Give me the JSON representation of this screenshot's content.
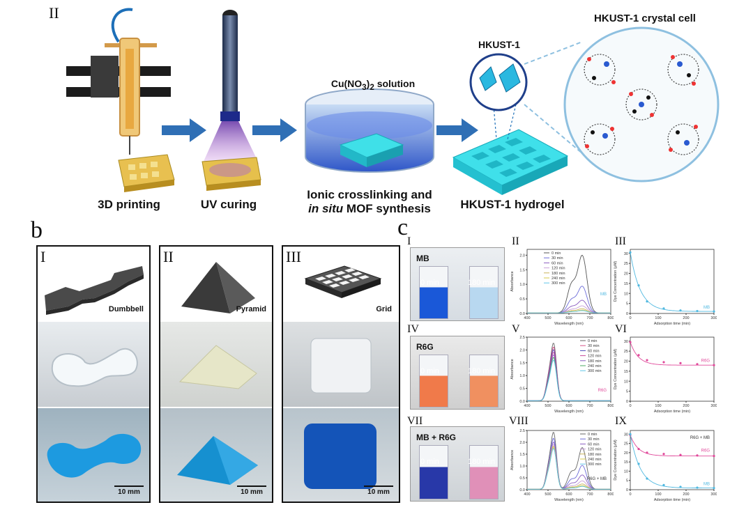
{
  "panel_a": {
    "roman": "II",
    "steps": [
      {
        "label": "3D printing"
      },
      {
        "label": "UV curing"
      },
      {
        "label_line1": "Ionic crosslinking and",
        "label_line2_italic": "in situ",
        "label_line2_rest": " MOF synthesis",
        "solution_label_pre": "Cu(NO",
        "solution_label_sub": "3",
        "solution_label_close": ")",
        "solution_label_sub2": "2",
        "solution_label_post": " solution"
      },
      {
        "label": "HKUST-1 hydrogel",
        "zoom_label": "HKUST-1"
      }
    ],
    "crystal_cell_label": "HKUST-1 crystal cell",
    "colors": {
      "arrow": "#2f6fb5",
      "hydrogel": "#2fd4e6",
      "gold": "#e2b93b",
      "dish_blue": "#3a5fd0"
    }
  },
  "panel_b": {
    "letter": "b",
    "columns": [
      {
        "roman": "I",
        "shape": "Dumbbell",
        "scale": "10 mm"
      },
      {
        "roman": "II",
        "shape": "Pyramid",
        "scale": "10 mm"
      },
      {
        "roman": "III",
        "shape": "Grid",
        "scale": "10 mm"
      }
    ]
  },
  "panel_c": {
    "letter": "c",
    "rows": [
      {
        "photo_roman": "I",
        "photo_label": "MB",
        "vial_left": "0 min",
        "vial_right": "180 min",
        "spectrum_roman": "II",
        "spectrum_tag": "MB",
        "kinetics_roman": "III",
        "kinetics_tag": "MB"
      },
      {
        "photo_roman": "IV",
        "photo_label": "R6G",
        "vial_left": "0 min",
        "vial_right": "180 min",
        "spectrum_roman": "V",
        "spectrum_tag": "R6G",
        "kinetics_roman": "VI",
        "kinetics_tag": "R6G"
      },
      {
        "photo_roman": "VII",
        "photo_label": "MB + R6G",
        "vial_left": "0 min",
        "vial_right": "180 min",
        "spectrum_roman": "VIII",
        "spectrum_tag": "R6G + MB",
        "kinetics_roman": "IX",
        "kinetics_tag": "R6G + MB",
        "kinetics_tag2": "R6G",
        "kinetics_tag3": "MB"
      }
    ]
  },
  "chart_data": [
    {
      "type": "line",
      "id": "c-II",
      "xlabel": "Wavelength (nm)",
      "ylabel": "Absorbance",
      "xlim": [
        400,
        800
      ],
      "ylim": [
        0,
        2.2
      ],
      "xticks": [
        400,
        500,
        600,
        700,
        800
      ],
      "yticks": [
        0.0,
        0.5,
        1.0,
        1.5,
        2.0
      ],
      "legend": [
        "0 min",
        "30 min",
        "60 min",
        "120 min",
        "180 min",
        "240 min",
        "300 min"
      ],
      "colors": [
        "#555555",
        "#6b6bd8",
        "#8a5cc0",
        "#c8a0d8",
        "#c9b35a",
        "#d4c84a",
        "#5fc6e8"
      ],
      "peak_main": [
        2.05,
        0.95,
        0.45,
        0.25,
        0.15,
        0.1,
        0.08
      ],
      "tag": "MB"
    },
    {
      "type": "scatter",
      "id": "c-III",
      "xlabel": "Adsorption time (min)",
      "ylabel": "Dye Concentration (μM)",
      "xlim": [
        0,
        300
      ],
      "ylim": [
        0,
        32
      ],
      "xticks": [
        0,
        100,
        200,
        300
      ],
      "yticks": [
        0,
        5,
        10,
        15,
        20,
        25,
        30
      ],
      "x": [
        0,
        30,
        60,
        120,
        180,
        240,
        300
      ],
      "y": [
        30.5,
        14,
        6,
        2.5,
        1.5,
        1.2,
        1.0
      ],
      "color": "#4fb8e0",
      "tag": "MB"
    },
    {
      "type": "line",
      "id": "c-V",
      "xlabel": "Wavelength (nm)",
      "ylabel": "Absorbance",
      "xlim": [
        400,
        800
      ],
      "ylim": [
        0,
        2.5
      ],
      "xticks": [
        400,
        500,
        600,
        700,
        800
      ],
      "yticks": [
        0.0,
        0.5,
        1.0,
        1.5,
        2.0,
        2.5
      ],
      "legend": [
        "0 min",
        "30 min",
        "60 min",
        "120 min",
        "180 min",
        "240 min",
        "300 min"
      ],
      "colors": [
        "#666666",
        "#d8548a",
        "#4a4ab8",
        "#c84a9a",
        "#8a5cc0",
        "#4aa860",
        "#5fc6e8"
      ],
      "peak_main": [
        2.2,
        2.05,
        1.95,
        1.85,
        1.75,
        1.65,
        1.55
      ],
      "tag": "R6G"
    },
    {
      "type": "scatter",
      "id": "c-VI",
      "xlabel": "Adsorption time (min)",
      "ylabel": "Dye Concentration (μM)",
      "xlim": [
        0,
        300
      ],
      "ylim": [
        0,
        32
      ],
      "xticks": [
        0,
        100,
        200,
        300
      ],
      "yticks": [
        0,
        5,
        10,
        15,
        20,
        25,
        30
      ],
      "x": [
        0,
        30,
        60,
        120,
        180,
        240,
        300
      ],
      "y": [
        29.5,
        23,
        20.5,
        19.5,
        19,
        18.5,
        18
      ],
      "color": "#e0489a",
      "tag": "R6G"
    },
    {
      "type": "line",
      "id": "c-VIII",
      "xlabel": "Wavelength (nm)",
      "ylabel": "Absorbance",
      "xlim": [
        400,
        800
      ],
      "ylim": [
        0,
        2.5
      ],
      "xticks": [
        400,
        500,
        600,
        700,
        800
      ],
      "yticks": [
        0.0,
        0.5,
        1.0,
        1.5,
        2.0,
        2.5
      ],
      "legend": [
        "0 min",
        "30 min",
        "60 min",
        "120 min",
        "180 min",
        "240 min",
        "300 min"
      ],
      "colors": [
        "#666666",
        "#6b6bd8",
        "#8a5cc0",
        "#c8a0d8",
        "#c9b35a",
        "#d4c84a",
        "#5fc6e8"
      ],
      "peak_main": [
        2.35,
        2.1,
        1.95,
        1.85,
        1.78,
        1.72,
        1.68
      ],
      "peak_second": [
        1.75,
        1.0,
        0.6,
        0.35,
        0.22,
        0.15,
        0.12
      ],
      "tag": "R6G + MB"
    },
    {
      "type": "scatter",
      "id": "c-IX",
      "xlabel": "Adsorption time (min)",
      "ylabel": "Dye Concentration (μM)",
      "xlim": [
        0,
        300
      ],
      "ylim": [
        0,
        32
      ],
      "xticks": [
        0,
        100,
        200,
        300
      ],
      "yticks": [
        0,
        5,
        10,
        15,
        20,
        25,
        30
      ],
      "series": [
        {
          "name": "R6G",
          "x": [
            0,
            30,
            60,
            120,
            180,
            240,
            300
          ],
          "y": [
            29.5,
            22,
            20,
            19.3,
            18.8,
            18.5,
            18.2
          ],
          "color": "#e0489a"
        },
        {
          "name": "MB",
          "x": [
            0,
            30,
            60,
            120,
            180,
            240,
            300
          ],
          "y": [
            30,
            14,
            6,
            2.5,
            1.5,
            1.1,
            0.9
          ],
          "color": "#4fb8e0"
        }
      ],
      "tag": "R6G + MB"
    }
  ]
}
